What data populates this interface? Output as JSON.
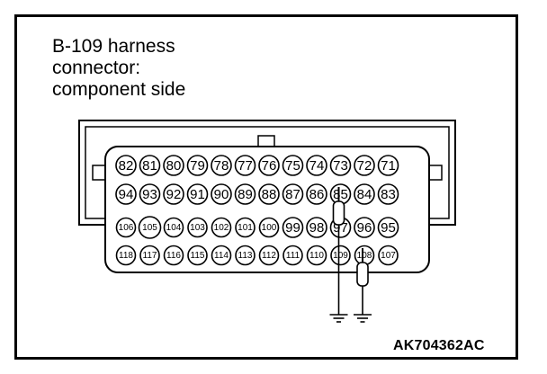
{
  "title_lines": [
    "B-109 harness",
    "connector:",
    "component side"
  ],
  "figure_code": "AK704362AC",
  "connector": {
    "rows": [
      [
        "82",
        "81",
        "80",
        "79",
        "78",
        "77",
        "76",
        "75",
        "74",
        "73",
        "72",
        "71"
      ],
      [
        "94",
        "93",
        "92",
        "91",
        "90",
        "89",
        "88",
        "87",
        "86",
        "85",
        "84",
        "83"
      ],
      [
        "106",
        "105",
        "104",
        "103",
        "102",
        "101",
        "100",
        "99",
        "98",
        "97",
        "96",
        "95"
      ],
      [
        "118",
        "117",
        "116",
        "115",
        "114",
        "113",
        "112",
        "111",
        "110",
        "109",
        "108",
        "107"
      ]
    ],
    "probed_pins": [
      "85",
      "108"
    ]
  },
  "colors": {
    "line": "#000000",
    "background": "#ffffff"
  }
}
